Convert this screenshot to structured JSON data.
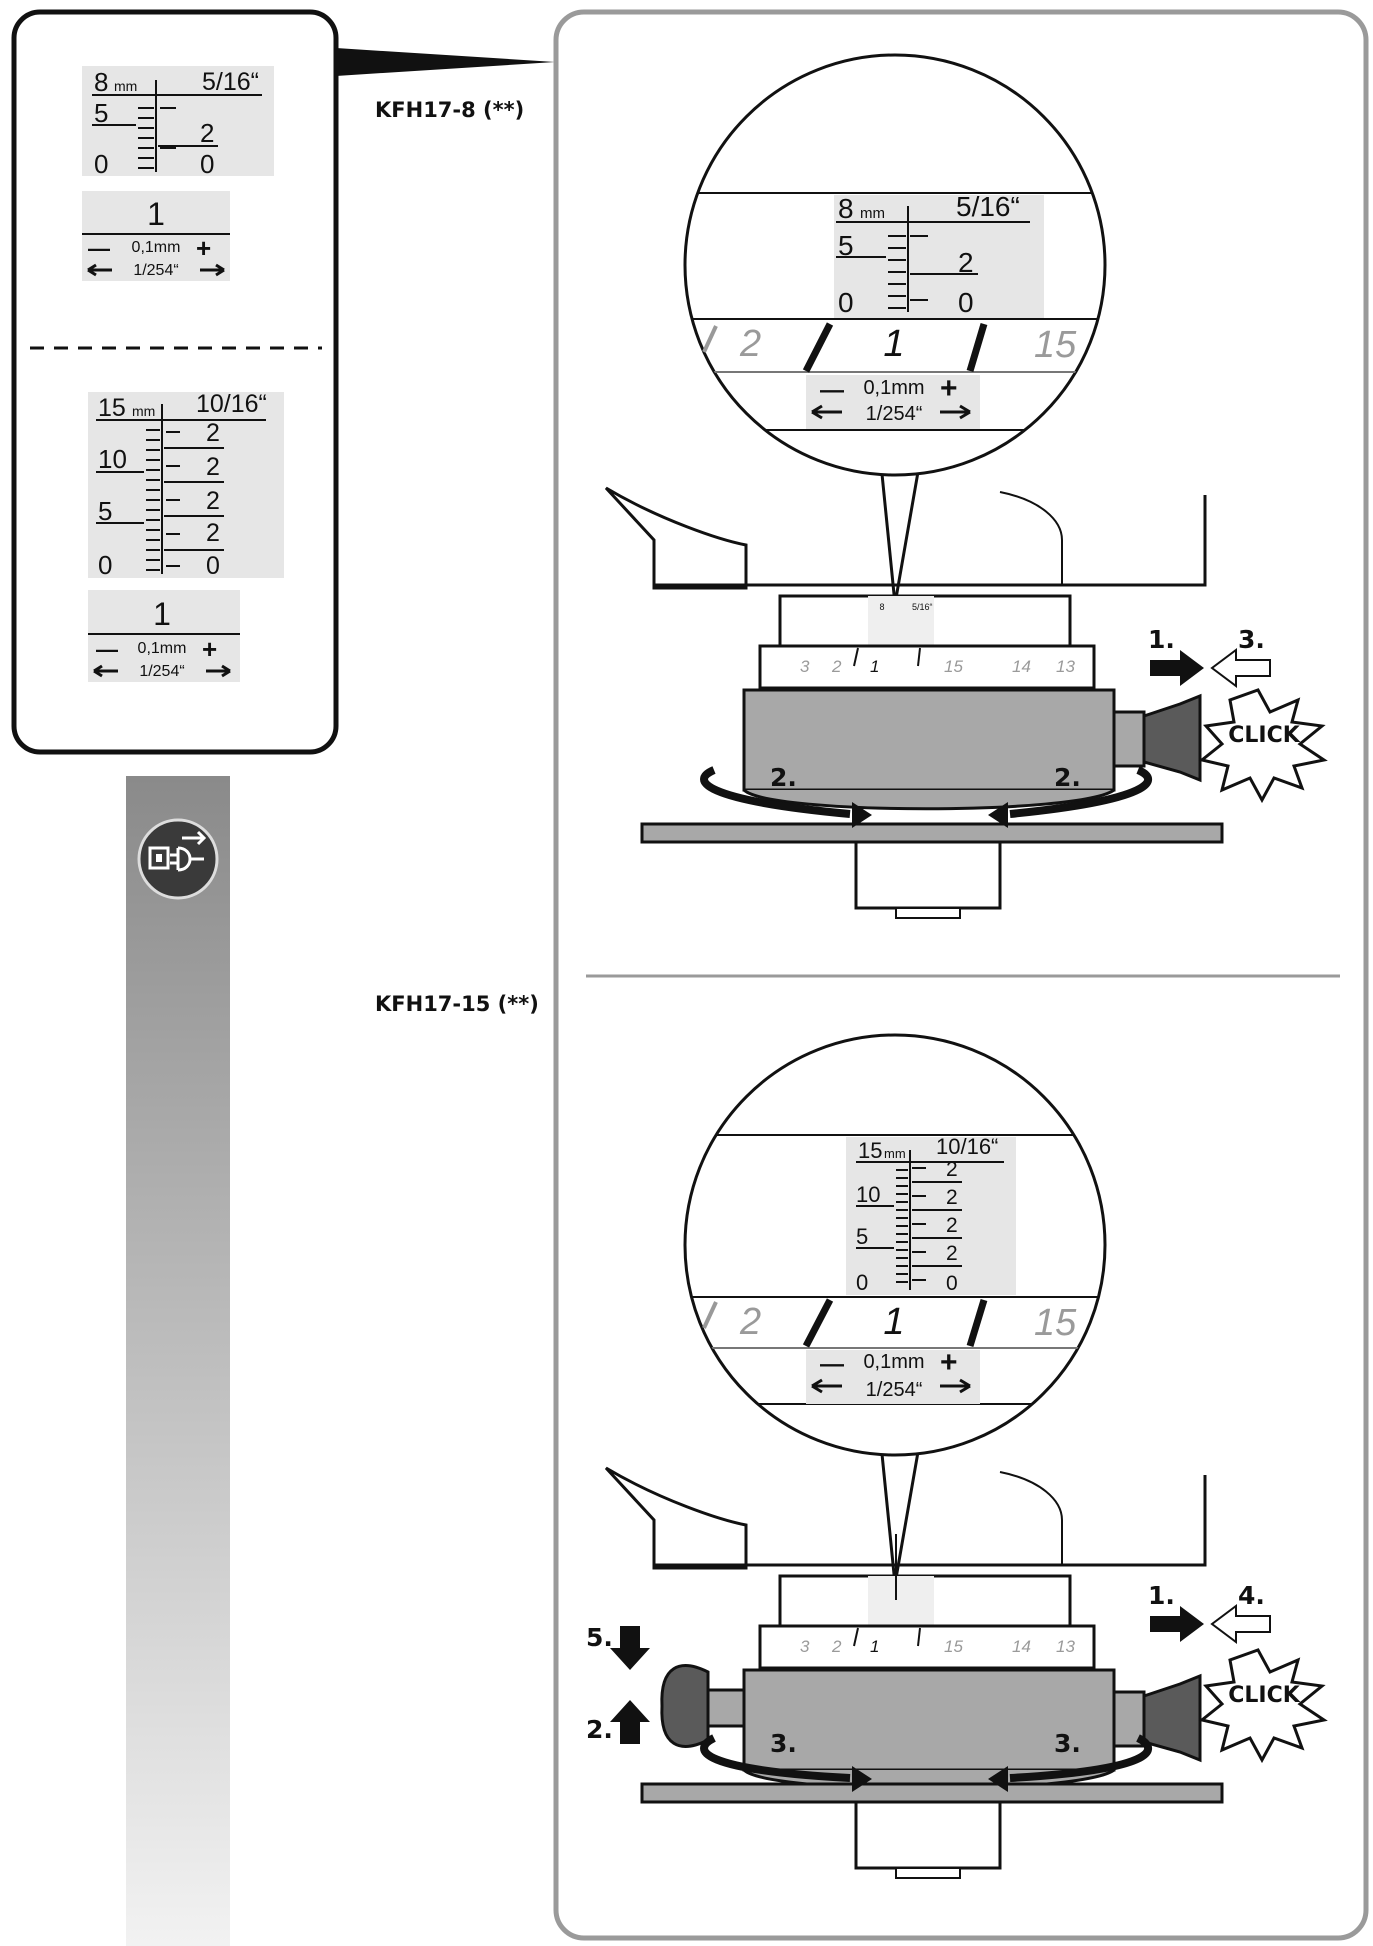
{
  "models": [
    {
      "name": "KFH17-8 (**)"
    },
    {
      "name": "KFH17-15 (**)"
    }
  ],
  "inset": {
    "scale8": {
      "max_mm": "8",
      "mm_unit": "mm",
      "inch_top": "5/16“",
      "left": [
        "5",
        "0"
      ],
      "right": [
        "2",
        "0"
      ]
    },
    "scale15": {
      "max_mm": "15",
      "mm_unit": "mm",
      "inch_top": "10/16“",
      "left": [
        "10",
        "5",
        "0"
      ],
      "right": [
        "2",
        "2",
        "2",
        "2",
        "0"
      ]
    },
    "dial": {
      "value": "1",
      "minus": "—",
      "plus": "+",
      "metric": "0,1mm",
      "imperial": "1/254“"
    }
  },
  "panel_top": {
    "ring": {
      "left": "2",
      "center": "1",
      "right": "15"
    },
    "mini_ring": [
      "3",
      "2",
      "1",
      "15",
      "14",
      "13"
    ],
    "steps": {
      "push": "1.",
      "release": "3.",
      "rotate": "2."
    },
    "click": "CLICK"
  },
  "panel_bottom": {
    "ring": {
      "left": "2",
      "center": "1",
      "right": "15"
    },
    "mini_ring": [
      "3",
      "2",
      "1",
      "15",
      "14",
      "13"
    ],
    "steps": {
      "push": "1.",
      "release": "4.",
      "rotate": "3.",
      "lock": "5.",
      "unlock": "2."
    },
    "click": "CLICK"
  },
  "colors": {
    "scale_bg": "#e6e6e6",
    "body_grey": "#a8a8a8",
    "ring_grey": "#d9d9d9",
    "frame": "#9a9a9a",
    "sidebar_top": "#888888",
    "sidebar_bottom": "#f2f2f2"
  },
  "icons": {
    "sidebar": "unplug-icon"
  }
}
